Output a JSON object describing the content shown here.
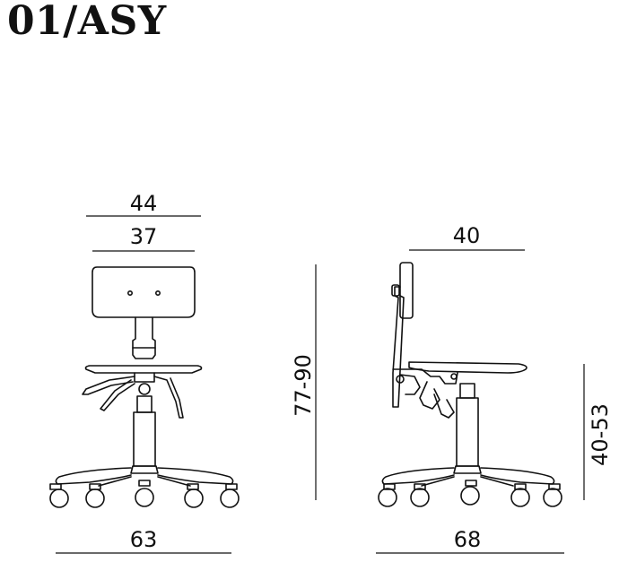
{
  "title": "01/ASY",
  "front_view": {
    "width_top": "44",
    "width_seat": "37",
    "width_base": "63",
    "height_overall": "77-90"
  },
  "side_view": {
    "depth_seat": "40",
    "depth_base": "68",
    "height_seat": "40-53"
  },
  "colors": {
    "line": "#111111",
    "background": "#ffffff"
  }
}
